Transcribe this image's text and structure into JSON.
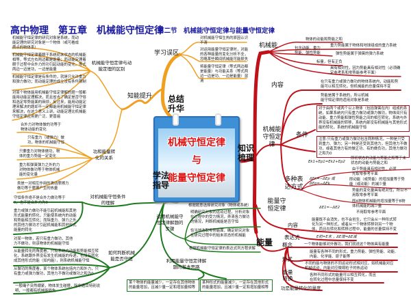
{
  "header": {
    "title": "高中物理　第五章　机械能守恒定律",
    "subtitle": "第二节　机械能守恒定律与能量守恒定律"
  },
  "colors": {
    "title": "#1a1aa0",
    "summary_branch": "#f0a020",
    "knowledge_branch": "#c0101a",
    "method_branch": "#1e7a1e",
    "center_text": "#e01010"
  },
  "center": {
    "line1": "机械守恒定律",
    "line2": "与",
    "line3": "能量守恒定律"
  },
  "summary": {
    "label": "总结升华",
    "mistakes": {
      "label": "学习误区",
      "items": [
        "对机械能守恒生热的原因认识不清",
        "对运用能量守恒定律时，对能的各种能量的变化分析不全，忽略某些瞬间机械能可能损失",
        "将能量守恒定律（等式两边都是能量）与功能关系（等式两边一边是功、一边是能量）混淆"
      ]
    },
    "improve": {
      "label": "知能提升",
      "difference": {
        "label": "机械能守恒定律与动能定理的区别",
        "items": [
          "机械能守恒定律的研究对象是系统，而动能定理的研究对象是一个物体（或可看成质点的物体系）",
          "机械能守恒定律着眼于系统初末状态的机械能相等，等式左右两边都是能量；而动能定理着眼于过程中合外力的功引起动能的变化，等式两边一边是功，一边是能量",
          "机械能守恒定律是有条件的，就是只允许重力和弹力做功；而动能定理的成立没有条件限制",
          "对某个物体能用机械能守恒定律解的题一般都能用动能定理解决，而且省去了确定是否守恒和选定零势能面的麻烦，反过来，能用动能定理来解决的题却不一定都能用机械能守恒定律来解决，在这个意义上讲，动能定理比机械能守恒定律应用更广泛、更普遍"
        ]
      },
      "work_energy": {
        "label": "功和能量转化的关系",
        "items": [
          "合外力对物体做的功等于物体动能的变化",
          "只有重力（或弹力）做功，物体的机械能守恒",
          "只要重力对物体做功，物体的重力势能一定变化",
          "重力和弹簧弹力之外的力对物体做功等于物体机械能的变化量",
          "类是一对相互作用的滑动摩擦力做功等于摩擦产生的热量"
        ]
      }
    }
  },
  "method": {
    "label": "学法指导",
    "condition": {
      "label": "对机械能守恒条件的理解",
      "items": [
        "守恒条件绝不是合外力做功等于0，也不是合外力为0",
        "重力或弹力做功不能引起机械能和其他形式能量的转化，只能使系统内的动能和势能相互转化；而除重力、弹力之外的其他力做功才引起机械能和其他形式能量的转化"
      ]
    },
    "judge": {
      "label": "如何判断机械能是否守恒",
      "items": [
        "对某一物体，若只有重力做功，其他力不做功，则该物体的机械能守恒",
        "从能量转化的角度看，只有系统内动能和势能相互转化，系统跟外界没有发生机械能的传递，也没有转化成其他形式的能（如内能），则系统机械能守恒",
        "从做功的角度看，某个物体系统包括内力和外力，只有重力或弹力做功，其他力不做功或做功之和为0",
        "一般绳子突然绷紧，物体发生碰撞，除非题目特别说明，一般都有机械能损失"
      ]
    },
    "steps": {
      "label": "运用机械能守恒定律解题的步骤",
      "items": [
        "根据题意选择研究对象（物体或系统）",
        "明确研究对象的运动过程，分析对象在过程中的受力情况，弄清各力做功的情况，判断机械能是否守恒",
        "恰当地选取零势能面，确定研究对象在研究过程中的始末状态的机械能",
        "根据机械能守恒定律的表达式列方程求解"
      ]
    },
    "energy_idea": {
      "label": "利用能量守恒定律解题的基本思路",
      "items": [
        "某个物体的能量减少，一定存在其他物体的能量增加，且减少量一定和增加量相等",
        "某种形式的能量减少，一定存在其他形式的能量增加，且减少量一定和增加量相等"
      ]
    }
  },
  "knowledge": {
    "label": "知识梳理",
    "mech_energy": {
      "label": "机械能",
      "def": "物体的动能和势能之和",
      "includes": "包含动能、重力势能、弹性势能",
      "gravity": "重力势能属于物体和地球组成的重力系统",
      "elastic": "弹性势能属于弹簧的弹力系统",
      "scalar": "标量，但有正负",
      "relative": "具有相对性，因为势能具有相对性（必须确定参考系和零势能参考平面）"
    },
    "conservation": {
      "label": "机械能守恒定律",
      "content": {
        "label": "内容",
        "items": [
          "在只有重力或弹力做功的物体系统内，动能和势能可以相互转化，但机械能的总量保持不变",
          "势能是属于系统的，所以机械能守恒定律的适用对象是系统"
        ]
      },
      "condition": {
        "label": "条件",
        "items": [
          "对于由两个或两个以上物体（包括弹簧在内）组成的系统，如果系统内只有重力做功或弹力做功，物体间只有动能、重力势能和弹性势能之间的相互转化，系统与外界没有机械能的转移，系统内部没有机械能与其他形式能的转化，系统的机械能守恒",
          "注意:只有重力或弹力做功包含两种情况，一种是只受到重力、弹力；另一种是还受到其他力，但其他力不做功，或者其他力有的做正功、有的做负功，其他力做功之和为0"
        ]
      },
      "expressions": {
        "label": "多种表达方式",
        "f1": "Ek1+Ep1=Ek2+Ep2",
        "f1_desc": "即初状态的动能与势能之和等于末状态的动能与势能之和",
        "f1_note": "由于势能具有相对性，必须先取零参考平面",
        "f2": "ΔEk=−ΔEp 或 ΔEp=−ΔEk",
        "f2_desc": "即动能（或势能）的增加量等于势能（或动能）的减少量",
        "f2_note": "势能的变化量具有绝对性，所以不用取零参考平面",
        "f3": "ΔE1=−ΔE2",
        "f3_desc": "即A物体机械能的增加量等于B物体机械能的减少量",
        "f3_note": "不用取零参考平面"
      }
    },
    "energy_law": {
      "label": "能量守恒定律",
      "content": {
        "label": "内容",
        "text": "能量既不会消失，也不会创生，它只会从一种形式转化为另一种形式，或者从一个物体转移到另一个物体，而且在转化和转移过程中，能量的总量保持不变"
      },
      "expr": {
        "label": "表达式",
        "text": "E初=E末 ，ΔE增=ΔE减"
      }
    },
    "energy": {
      "label": "能量",
      "concept": {
        "label": "概念",
        "text": "一个物体能够对外做功，我们就说这个物体具有能量"
      },
      "forms": {
        "label": "形式",
        "items": [
          "能量有各种不同的形式，重力势能、弹性势能、动能、内能、化学能、原子能等",
          "不同的能与物体的不同运动形式相对应，如机械能对应机械运动，内能对应微观粒子的热运动"
        ]
      },
      "transform": {
        "label": "能量转换",
        "text": "各种不同形式的能量可以相互转化，而且在转化过程中总量保持不变"
      },
      "measure": "功是能量转化的量度"
    }
  }
}
